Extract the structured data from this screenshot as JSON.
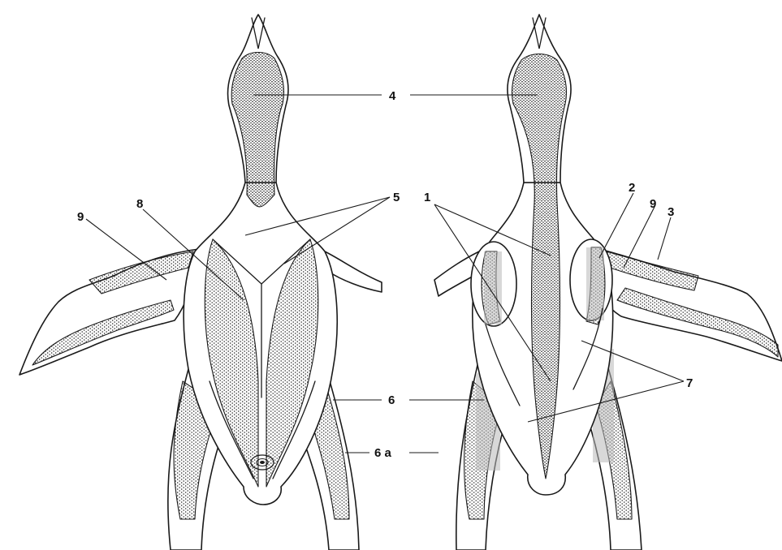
{
  "labels": {
    "l1": "1",
    "l2": "2",
    "l3": "3",
    "l4": "4",
    "l5": "5",
    "l6": "6",
    "l6a": "6 a",
    "l7": "7",
    "l8": "8",
    "l9_left": "9",
    "l9_right": "9"
  }
}
